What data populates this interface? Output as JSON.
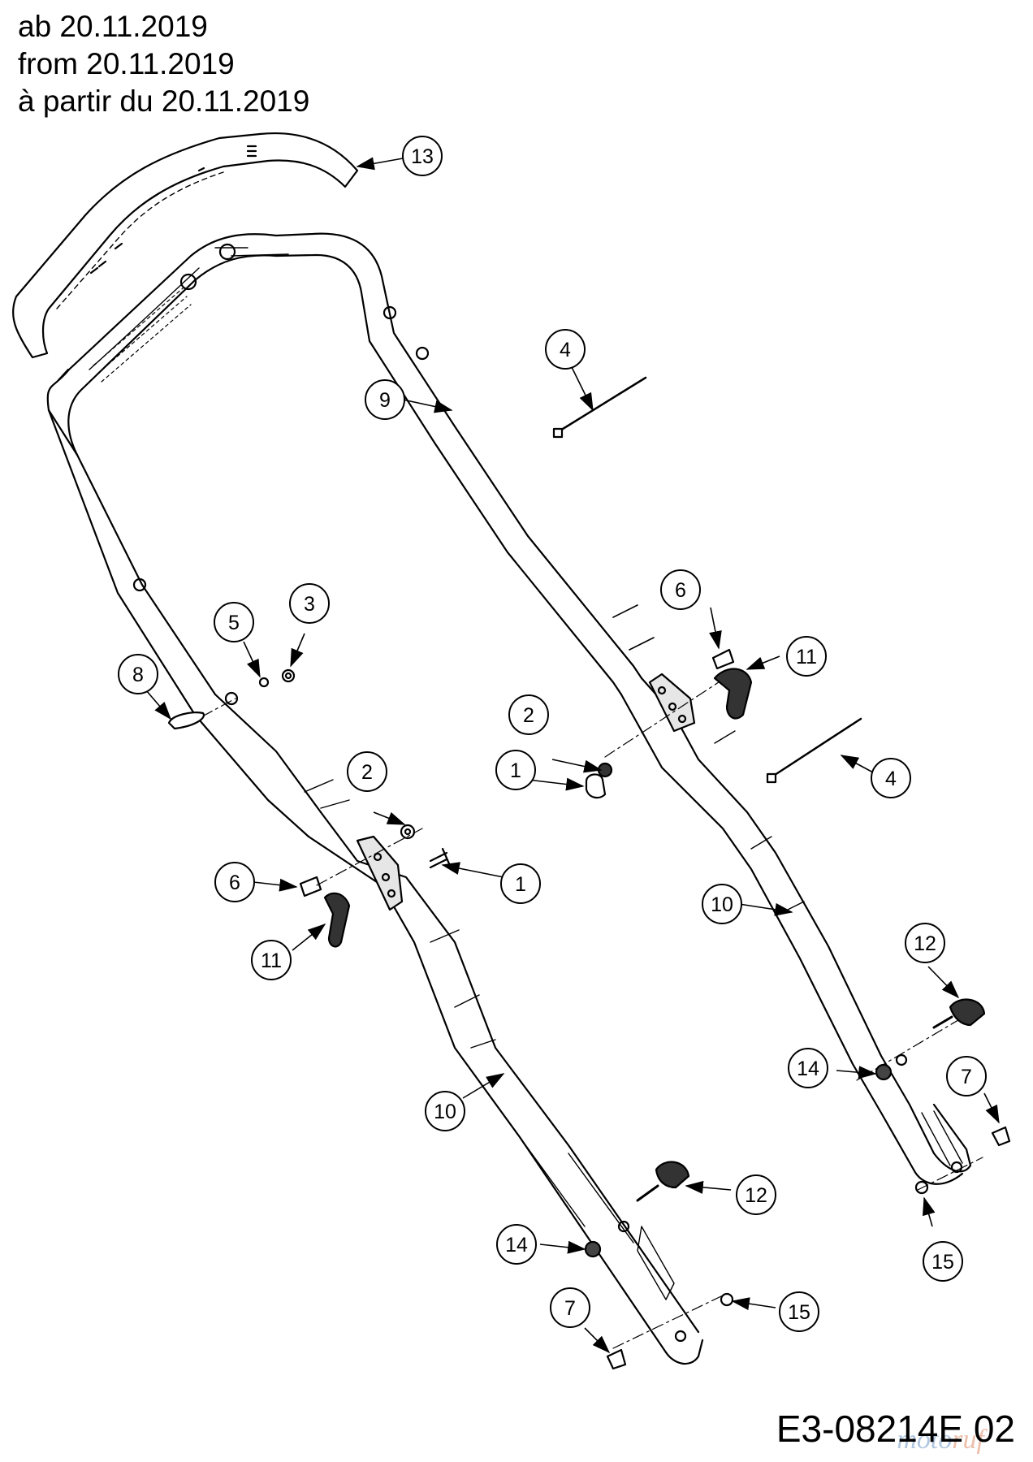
{
  "header": {
    "lines": [
      "ab 20.11.2019",
      "from 20.11.2019",
      "à partir du 20.11.2019"
    ]
  },
  "drawing_code": "E3-08214E 02",
  "watermark": {
    "part1": "moto",
    "part2": "ruf"
  },
  "callouts": {
    "c1a": "1",
    "c1b": "1",
    "c2a": "2",
    "c2b": "2",
    "c3": "3",
    "c4a": "4",
    "c4b": "4",
    "c5": "5",
    "c6a": "6",
    "c6b": "6",
    "c7a": "7",
    "c7b": "7",
    "c8": "8",
    "c9": "9",
    "c10a": "10",
    "c10b": "10",
    "c11a": "11",
    "c11b": "11",
    "c12a": "12",
    "c12b": "12",
    "c13": "13",
    "c14a": "14",
    "c14b": "14",
    "c15a": "15",
    "c15b": "15"
  }
}
